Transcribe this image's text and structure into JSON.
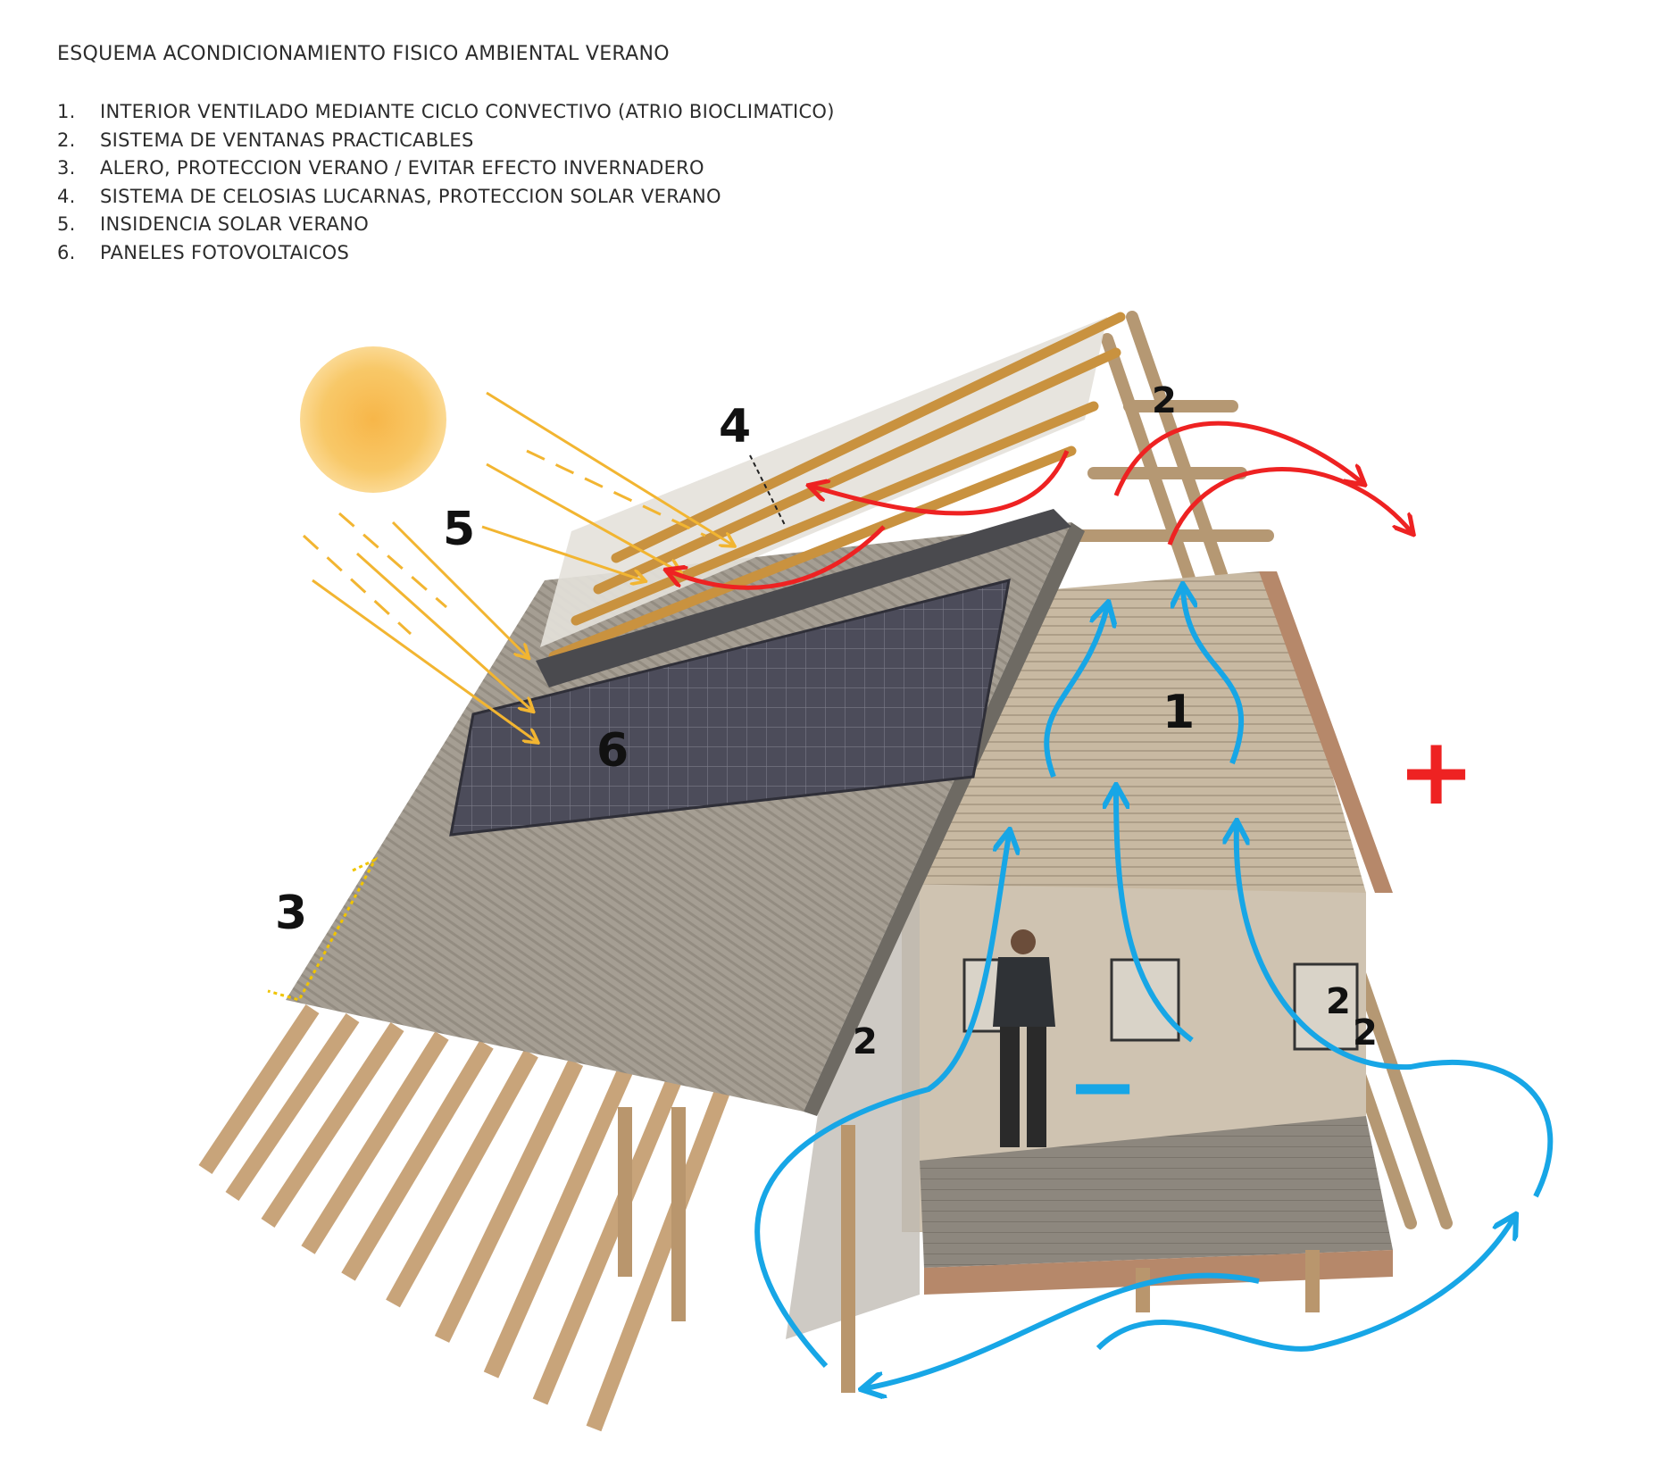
{
  "title": "ESQUEMA ACONDICIONAMIENTO FISICO AMBIENTAL VERANO",
  "legend": [
    {
      "num": "1.",
      "text": "INTERIOR VENTILADO MEDIANTE CICLO CONVECTIVO (ATRIO BIOCLIMATICO)"
    },
    {
      "num": "2.",
      "text": "SISTEMA DE VENTANAS PRACTICABLES"
    },
    {
      "num": "3.",
      "text": "ALERO, PROTECCION VERANO / EVITAR EFECTO INVERNADERO"
    },
    {
      "num": "4.",
      "text": "SISTEMA DE CELOSIAS LUCARNAS, PROTECCION SOLAR VERANO"
    },
    {
      "num": "5.",
      "text": "INSIDENCIA SOLAR VERANO"
    },
    {
      "num": "6.",
      "text": "PANELES FOTOVOLTAICOS"
    }
  ],
  "markers": {
    "one": "1",
    "two": "2",
    "three": "3",
    "four": "4",
    "five": "5",
    "six": "6",
    "plus": "+",
    "minus": "−"
  },
  "colors": {
    "warm_air": "#ee2222",
    "cool_air": "#17a6e6",
    "sun": "#f7c25f",
    "sun_rays": "#f2b531",
    "timber": "#c9a57b",
    "roof": "#a49c90",
    "solar_panel": "#4a4a58"
  }
}
